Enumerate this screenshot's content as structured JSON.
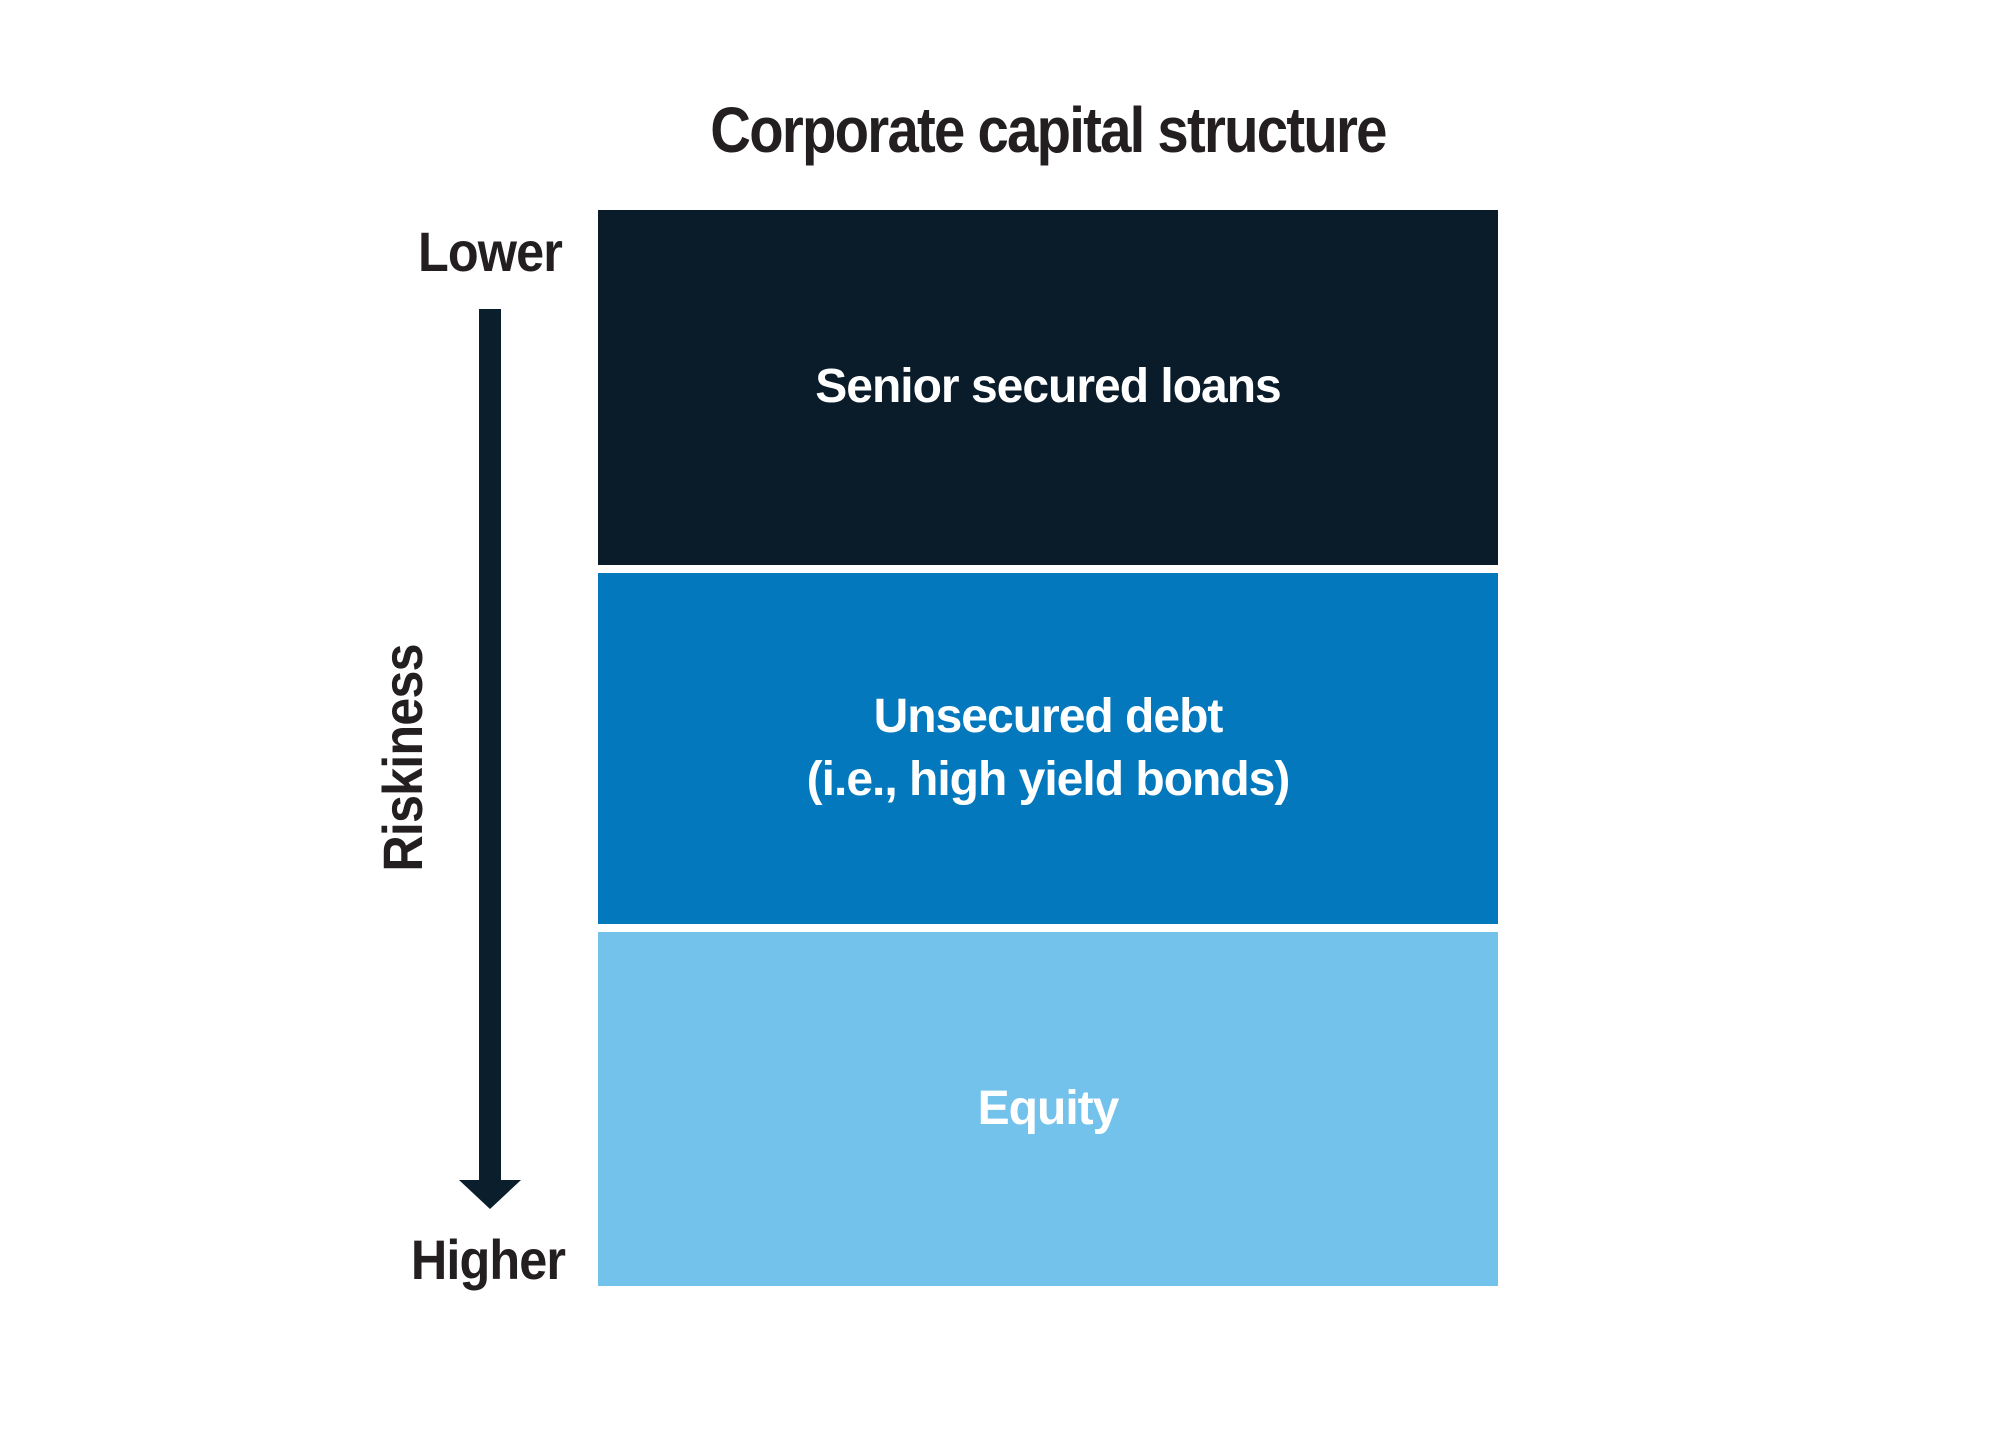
{
  "title": "Corporate capital structure",
  "risk_axis": {
    "top_label": "Lower",
    "axis_label": "Riskiness",
    "bottom_label": "Higher",
    "arrow_direction": "down",
    "arrow_color": "#0b1e2b"
  },
  "capital_stack": {
    "blocks": [
      {
        "label": "Senior secured loans",
        "sublabel": "",
        "color": "#0a1c2a",
        "text_color": "#ffffff"
      },
      {
        "label": "Unsecured debt",
        "sublabel": "(i.e., high yield bonds)",
        "color": "#0478bd",
        "text_color": "#ffffff"
      },
      {
        "label": "Equity",
        "sublabel": "",
        "color": "#73c2eb",
        "text_color": "#ffffff"
      }
    ]
  },
  "colors": {
    "background": "#ffffff",
    "label_text": "#231f20"
  }
}
